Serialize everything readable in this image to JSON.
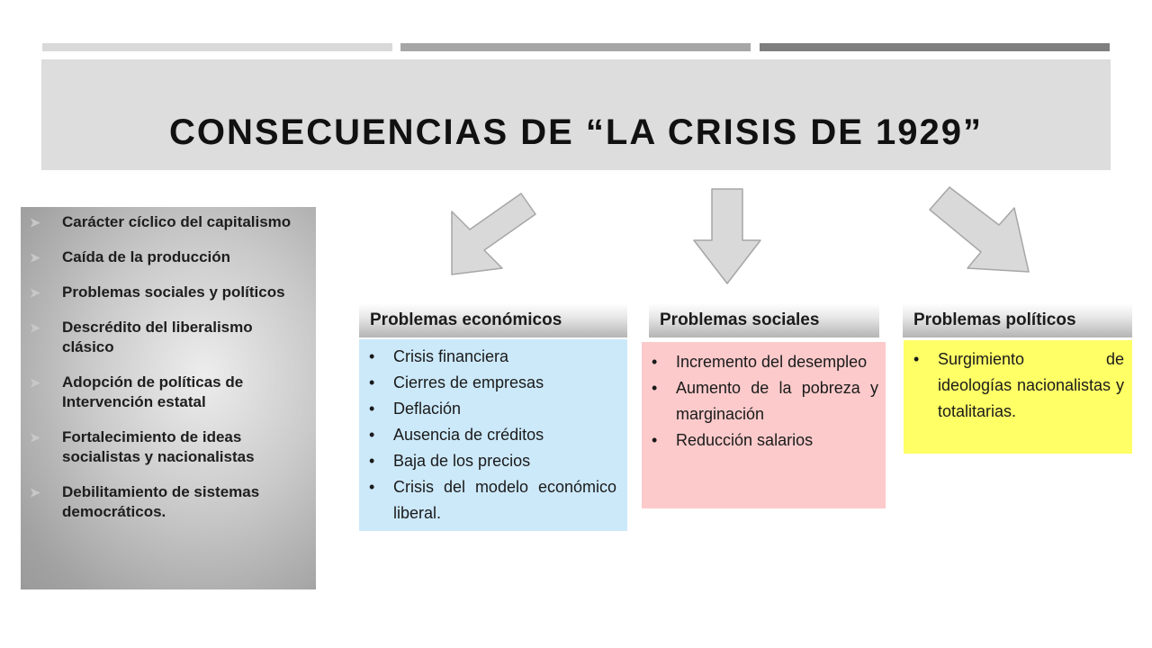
{
  "colors": {
    "bar1": "#d9d9d9",
    "bar2": "#a6a6a6",
    "bar3": "#7f7f7f",
    "title_band": "#dddddd",
    "arrow_fill": "#d9d9d9",
    "arrow_stroke": "#a6a6a6",
    "economic_box": "#cce9fa",
    "social_box": "#fccacb",
    "political_box": "#ffff66"
  },
  "title": "CONSECUENCIAS DE “LA CRISIS DE 1929”",
  "left_panel": {
    "bullet_icon": "arrowhead-bullet-icon",
    "bullet_glyph": "➤",
    "items": [
      "Carácter cíclico del capitalismo",
      "Caída de la producción",
      "Problemas sociales y políticos",
      "Descrédito del liberalismo clásico",
      "Adopción de políticas de Intervención estatal",
      "Fortalecimiento de ideas socialistas y nacionalistas",
      "Debilitamiento de sistemas democráticos."
    ]
  },
  "categories": {
    "bullet_glyph": "•",
    "economic": {
      "header": "Problemas económicos",
      "items": [
        "Crisis financiera",
        "Cierres de empresas",
        "Deflación",
        "Ausencia de créditos",
        "Baja de los precios",
        "Crisis del modelo económico  liberal."
      ]
    },
    "social": {
      "header": "Problemas sociales",
      "items": [
        "Incremento del desempleo",
        "Aumento de la pobreza y marginación",
        "Reducción salarios"
      ]
    },
    "political": {
      "header": "Problemas políticos",
      "items": [
        "Surgimiento de ideologías nacionalistas y totalitarias."
      ]
    }
  }
}
